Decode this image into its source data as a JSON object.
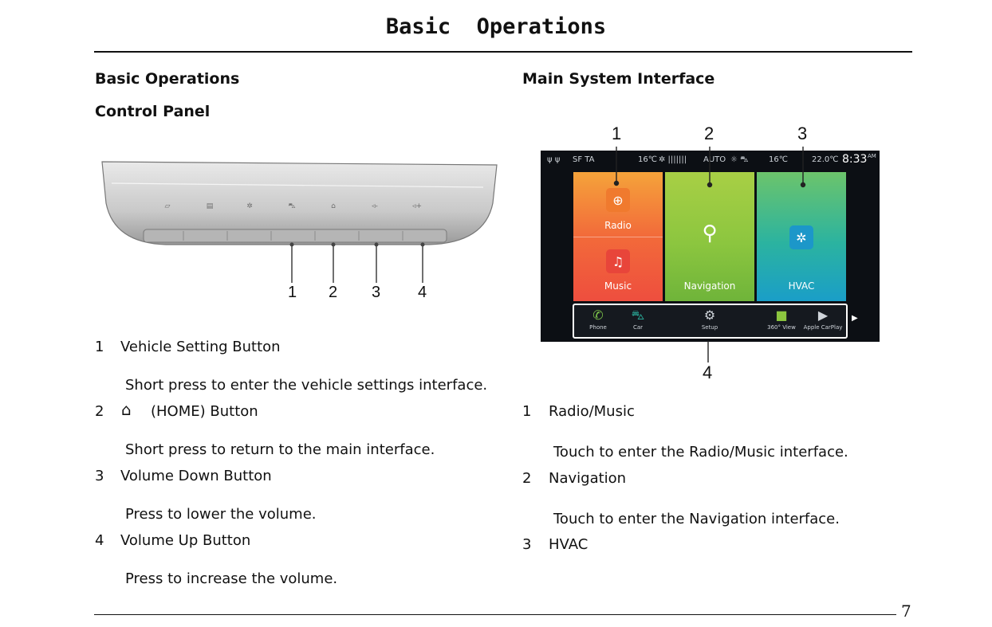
{
  "page": {
    "header": "Basic  Operations",
    "number": "7"
  },
  "left": {
    "section_title": "Basic Operations",
    "subsection_title": "Control Panel",
    "callouts": [
      "1",
      "2",
      "3",
      "4"
    ],
    "items": [
      {
        "num": "1",
        "title": "Vehicle Setting Button",
        "desc": "Short press to enter the vehicle settings interface."
      },
      {
        "num": "2",
        "title": "(HOME) Button",
        "icon": "home-icon",
        "desc": "Short press to return to the main interface."
      },
      {
        "num": "3",
        "title": "Volume Down Button",
        "desc": "Press to lower the volume."
      },
      {
        "num": "4",
        "title": "Volume Up Button",
        "desc": "Press to increase the volume."
      }
    ]
  },
  "right": {
    "section_title": "Main System Interface",
    "callouts": [
      "1",
      "2",
      "3",
      "4"
    ],
    "screen": {
      "status": {
        "left": "SF TA",
        "temp_left": "16℃",
        "mode": "AUTO",
        "temp_right": "16℃",
        "outside_temp": "22.0℃",
        "time": "8:33",
        "ampm": "AM"
      },
      "tiles": {
        "radio": "Radio",
        "music": "Music",
        "navigation": "Navigation",
        "hvac": "HVAC"
      },
      "dock": [
        "Phone",
        "Car",
        "Setup",
        "360° View",
        "Apple CarPlay"
      ]
    },
    "items": [
      {
        "num": "1",
        "title": "Radio/Music",
        "desc": "Touch to enter the Radio/Music interface."
      },
      {
        "num": "2",
        "title": "Navigation",
        "desc": "Touch to enter the Navigation interface."
      },
      {
        "num": "3",
        "title": "HVAC"
      }
    ],
    "colors": {
      "radio_tile": "#f26a3a",
      "navigation_tile": "#8cc63f",
      "hvac_tile": "#2bb3a0"
    }
  }
}
